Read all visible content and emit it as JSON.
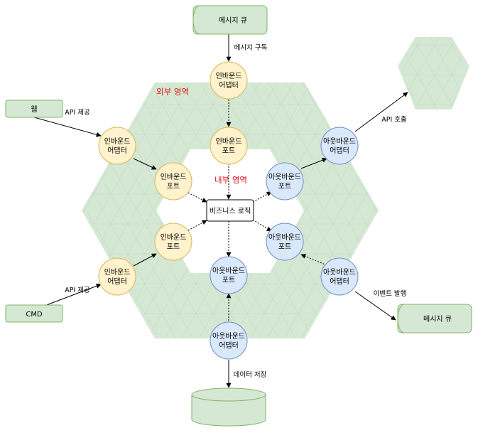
{
  "colors": {
    "zone_fill": "#d5e8d4",
    "zone_stroke": "#82b366",
    "inbound_fill": "#fff2cc",
    "inbound_stroke": "#d6b656",
    "outbound_fill": "#dae8fc",
    "outbound_stroke": "#6c8ebf",
    "zone_label": "#e51919"
  },
  "zones": {
    "outer_label": "외부 영역",
    "inner_label": "내부 영역"
  },
  "external": {
    "queue_top": "메시지 큐",
    "web": "웹",
    "cmd": "CMD",
    "queue_right": "메시지 큐",
    "external_api": "",
    "database": ""
  },
  "inbound": {
    "adapter_top_line1": "인바운드",
    "adapter_top_line2": "어댑터",
    "adapter_left_top_line1": "인바운드",
    "adapter_left_top_line2": "어댑터",
    "adapter_left_bottom_line1": "인바운드",
    "adapter_left_bottom_line2": "어댑터",
    "port_top_line1": "인바운드",
    "port_top_line2": "포트",
    "port_left_top_line1": "인바운드",
    "port_left_top_line2": "포트",
    "port_left_bottom_line1": "인바운드",
    "port_left_bottom_line2": "포트"
  },
  "outbound": {
    "adapter_right_top_line1": "아웃바운드",
    "adapter_right_top_line2": "어댑터",
    "adapter_right_bottom_line1": "아웃바운드",
    "adapter_right_bottom_line2": "어댑터",
    "adapter_bottom_line1": "아웃바운드",
    "adapter_bottom_line2": "어댑터",
    "port_right_top_line1": "아웃바운드",
    "port_right_top_line2": "포트",
    "port_right_bottom_line1": "아웃바운드",
    "port_right_bottom_line2": "포트",
    "port_bottom_line1": "아웃바운드",
    "port_bottom_line2": "포트"
  },
  "core": {
    "business_logic": "비즈니스 로직"
  },
  "edge_labels": {
    "subscribe": "메시지 구독",
    "api_provide_top": "API 제공",
    "api_provide_bottom": "API 제공",
    "api_call": "API 호출",
    "event_publish": "이벤트 발행",
    "data_store": "데이터 저장"
  }
}
